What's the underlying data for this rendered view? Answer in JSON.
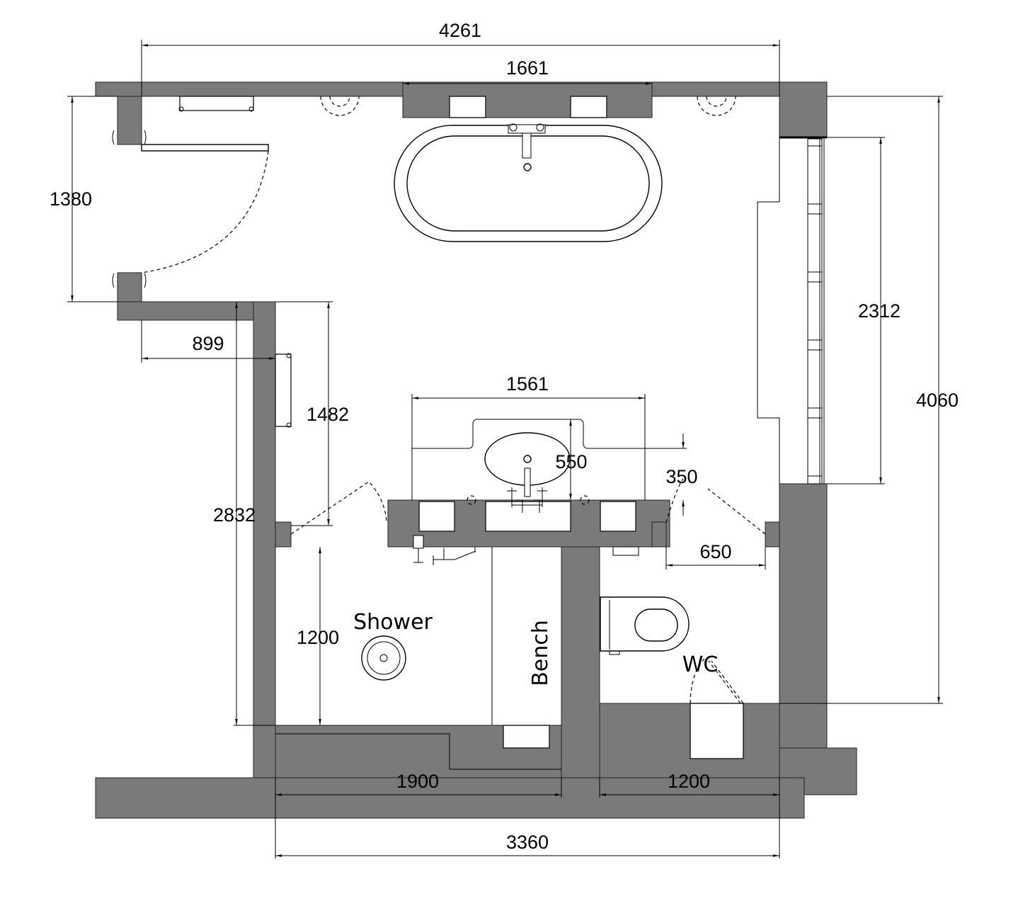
{
  "plan": {
    "dimensions": {
      "overall_width_top": "4261",
      "bath_wall": "1661",
      "door_height": "1380",
      "window_height": "2312",
      "overall_height": "4060",
      "corridor_width": "899",
      "towel_wall": "1482",
      "left_wall_height": "2832",
      "vanity_width": "1561",
      "vanity_depth": "550",
      "wc_return": "350",
      "wc_door": "650",
      "shower_depth": "1200",
      "shower_width": "1900",
      "wc_width": "1200",
      "overall_width_bottom": "3360"
    },
    "labels": {
      "shower": "Shower",
      "bench": "Bench",
      "wc": "WC"
    },
    "colors": {
      "wall": "#7a7a7a",
      "line": "#000000"
    }
  }
}
